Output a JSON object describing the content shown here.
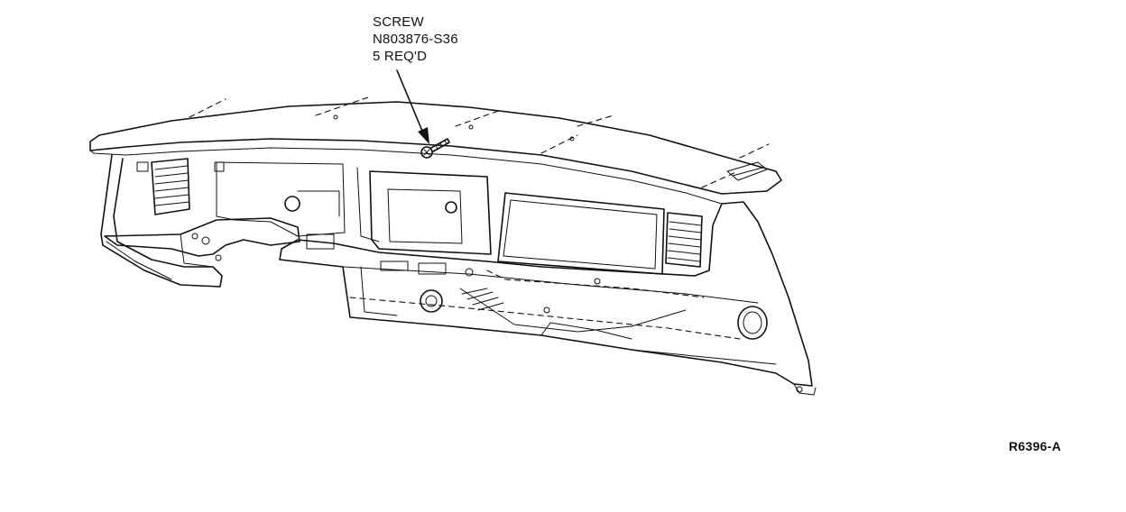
{
  "callout": {
    "part_name": "SCREW",
    "part_number": "N803876-S36",
    "quantity": "5 REQ'D"
  },
  "figure_code": "R6396-A"
}
